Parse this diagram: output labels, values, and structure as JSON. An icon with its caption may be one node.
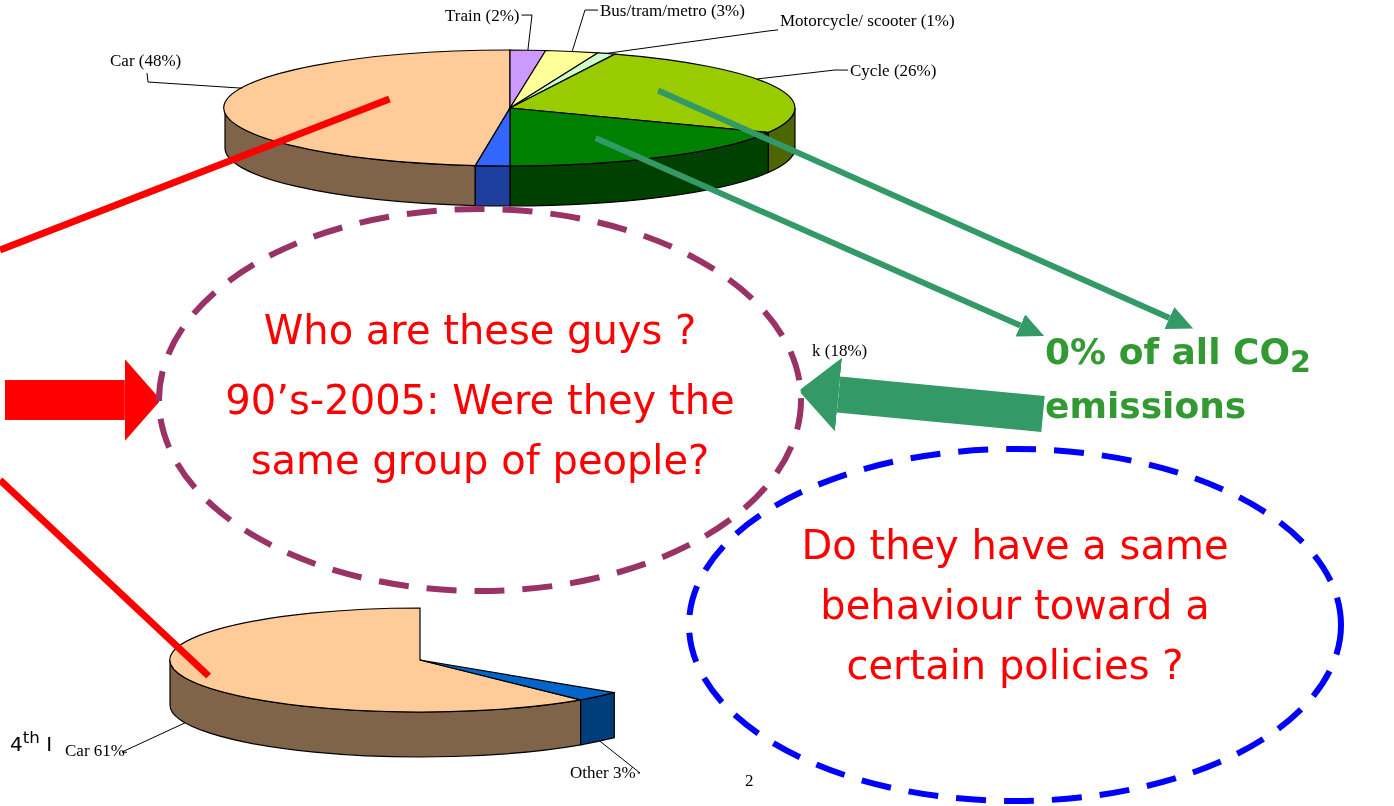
{
  "diagram": {
    "nodes": [
      {
        "text": [
          "Train (2%)"
        ]
      },
      {
        "text": [
          "Bus/tram/metro (3%)"
        ]
      },
      {
        "text": [
          "Motorcycle/ scooter (1%)"
        ]
      },
      {
        "text": [
          "Car (48%)"
        ]
      },
      {
        "text": [
          "Cycle (26%)"
        ]
      },
      {
        "text": [],
        "shape": "slice"
      },
      {
        "text": [],
        "shape": "slice"
      },
      {
        "text": [],
        "shape": "slice"
      },
      {
        "text": [],
        "shape": "slice"
      },
      {
        "text": [],
        "shape": "slice"
      },
      {
        "text": [],
        "shape": "slice"
      },
      {
        "text": [],
        "shape": "slice"
      },
      {
        "text": [
          "Who are these guys ?",
          "90’s-2005: Were they the same group of people?"
        ]
      },
      {
        "text": [
          "0% of all CO$_{2}$ emissions"
        ]
      },
      {
        "text": [
          "Do they have a same behaviour toward a certain policies ?"
        ]
      },
      {
        "text": [],
        "shape": "slice"
      },
      {
        "text": [
          "Car 61%"
        ]
      },
      {
        "text": [
          "Other 3%"
        ]
      },
      {
        "text": [],
        "shape": "slice"
      }
    ],
    "edges": [
      {
        "from": 0,
        "to": 6,
        "arrow": "none"
      },
      {
        "from": 1,
        "to": 7,
        "arrow": "none"
      },
      {
        "from": 2,
        "to": 8,
        "arrow": "none"
      },
      {
        "from": 3,
        "to": 5,
        "arrow": "none"
      },
      {
        "from": 4,
        "to": 9,
        "arrow": "none"
      },
      {
        "from": 5,
        "to": null,
        "arrow": "none",
        "style": "thick",
        "color": "#ff0000"
      },
      {
        "from": null,
        "to": 15,
        "arrow": "none",
        "style": "thick",
        "color": "#ff0000"
      },
      {
        "from": 9,
        "to": 13,
        "arrow": "to",
        "style": "thick",
        "color": "#339966"
      },
      {
        "from": 10,
        "to": 13,
        "arrow": "to",
        "style": "thick",
        "color": "#339966"
      },
      {
        "from": null,
        "to": 12,
        "arrow": "to",
        "style": "thick",
        "color": "#ff0000"
      },
      {
        "from": 13,
        "to": 12,
        "arrow": "to",
        "style": "thick",
        "color": "#339966"
      },
      {
        "from": 16,
        "to": 15,
        "arrow": "none"
      },
      {
        "from": 17,
        "to": 18,
        "arrow": "none"
      }
    ],
    "labels": [
      "k (18%)",
      "4$^{th}$ I",
      "2"
    ]
  }
}
